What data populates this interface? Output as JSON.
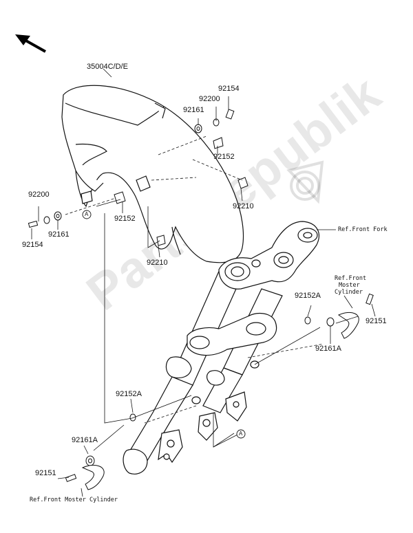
{
  "watermark": "PartsRepublik",
  "labels": {
    "fender": "35004C/D/E",
    "n92154_top": "92154",
    "n92200_top": "92200",
    "n92161_top": "92161",
    "n92152_top": "92152",
    "n92210_right": "92210",
    "n92200_left": "92200",
    "n92161_left": "92161",
    "n92154_left": "92154",
    "n92152_left": "92152",
    "n92210_bottom": "92210",
    "n92152A_right": "92152A",
    "n92151_right": "92151",
    "n92161A_right": "92161A",
    "n92152A_left": "92152A",
    "n92161A_left": "92161A",
    "n92151_left": "92151"
  },
  "refs": {
    "front_fork": "Ref.Front Fork",
    "master_cyl_right_1": "Ref.Front",
    "master_cyl_right_2": "Moster",
    "master_cyl_right_3": "Cylinder",
    "master_cyl_bottom": "Ref.Front Moster Cylinder"
  },
  "markers": {
    "a_left": "A",
    "a_bottom": "A"
  }
}
